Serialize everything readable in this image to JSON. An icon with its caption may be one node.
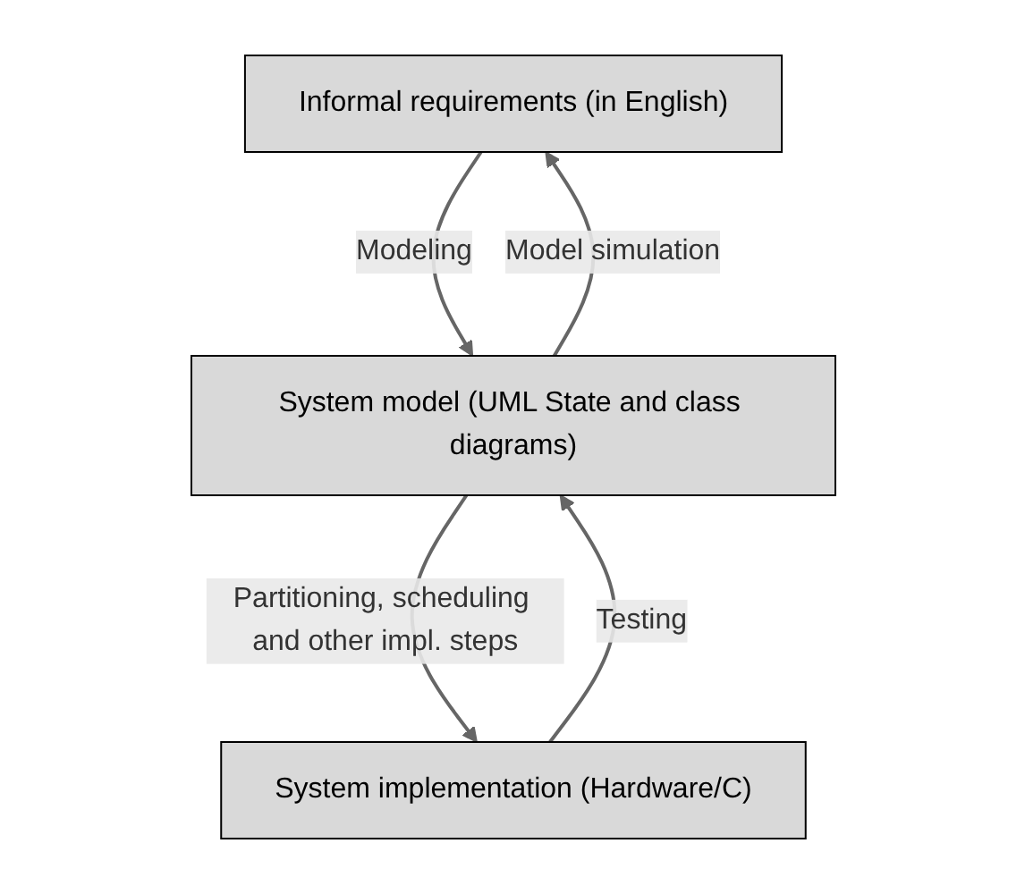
{
  "diagram": {
    "nodes": [
      {
        "text": [
          "Informal requirements (in English)"
        ]
      },
      {
        "text": [
          "System model (UML State and class diagrams)"
        ]
      },
      {
        "text": [
          "System implementation (Hardware/C)"
        ]
      }
    ],
    "edges": [
      {
        "from": 0,
        "to": 1,
        "arrow": "to",
        "label": "Modeling"
      },
      {
        "from": 1,
        "to": 0,
        "arrow": "to",
        "label": "Model simulation"
      },
      {
        "from": 1,
        "to": 2,
        "arrow": "to",
        "label": "Partitioning, scheduling and other impl. steps"
      },
      {
        "from": 2,
        "to": 1,
        "arrow": "to",
        "label": "Testing"
      }
    ]
  }
}
